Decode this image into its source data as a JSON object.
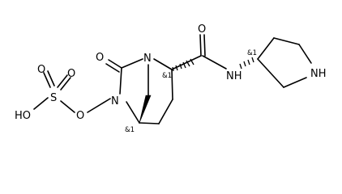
{
  "atoms": {
    "carbonyl_oxygen_ring": "O",
    "bridgehead_nitrogen": "N",
    "amide_oxygen": "O",
    "amide_nh": "NH",
    "pyrrolidine_nh": "NH",
    "hydroxy_nitrogen": "N",
    "ester_oxygen": "O",
    "sulfur": "S",
    "sulfonyl_oxygen_top": "O",
    "sulfonyl_oxygen_bottom": "O",
    "hydroxyl": "HO"
  },
  "stereo_labels": {
    "c2": "&1",
    "pyrrolidine_c3": "&1",
    "c5": "&1"
  }
}
